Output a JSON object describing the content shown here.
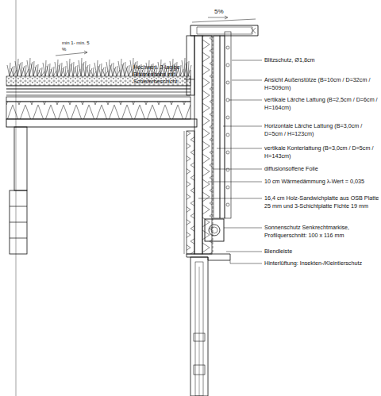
{
  "diagram": {
    "labels": [
      "5%",
      "min 1- min. 5 %",
      "Hochwert. 2-lagige Bitumenbahn mit Schieferbeschicht.",
      "Blitzschutz, Ø1,8cm",
      "Ansicht Außenstütze (B=10cm / D=32cm / H=509cm)",
      "vertikale Lärche Lattung (B=2,5cm / D=6cm / H=164cm)",
      "Horizontale Lärche Lattung (B=3,0cm / D=5cm / H=123cm)",
      "vertikale Konterlattung (B=3,0cm / D=5cm / H=143cm)",
      "diffusionsoffene Folie",
      "10 cm Wärmedämmung λ-Wert = 0,035",
      "16,4 cm Holz-Sandwichplatte aus OSB Platte 25 mm und 3-Schichtplatte Fichte 19 mm",
      "Sonnenschutz Senkrechtmarkise, Profilquerschnitt: 100 x 116 mm",
      "Blendleiste",
      "Hinterlüftung: Insekten-/Kleintierschutz"
    ]
  }
}
